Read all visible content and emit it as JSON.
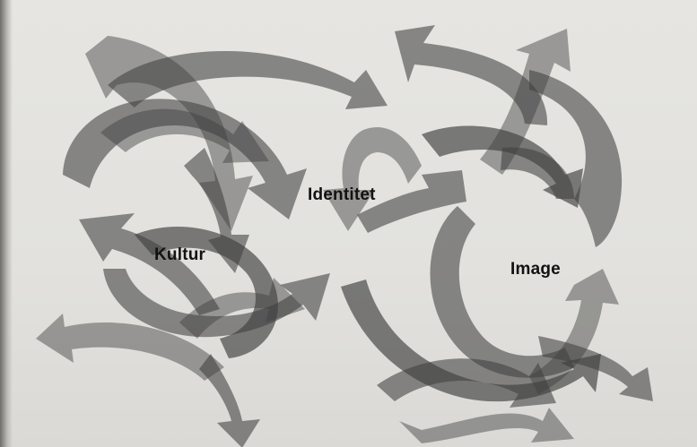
{
  "diagram": {
    "labels": {
      "identitet": "Identitet",
      "kultur": "Kultur",
      "image": "Image"
    },
    "arrow_color": "#3f3f3f",
    "background_color": "#e4e3df"
  }
}
